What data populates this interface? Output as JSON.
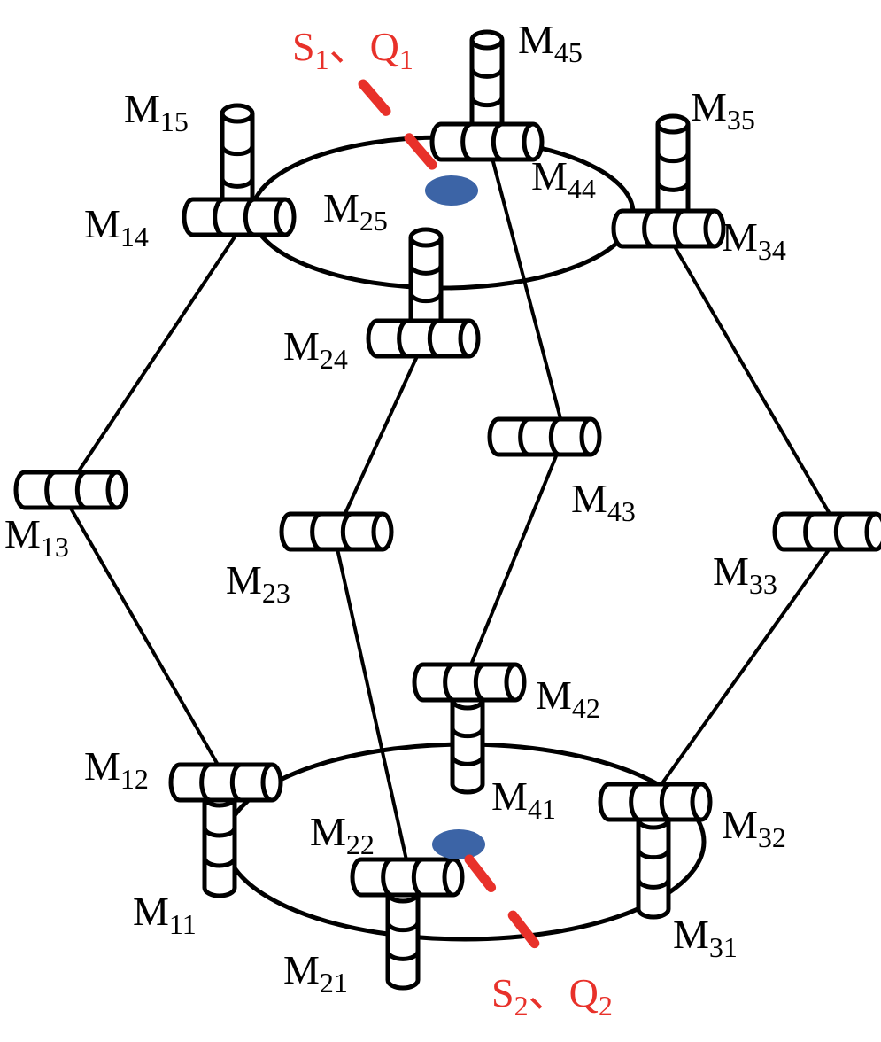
{
  "colors": {
    "line": "#000000",
    "accent_red": "#e8312a",
    "node_blue": "#3c64a6"
  },
  "source_labels": {
    "top": {
      "s": "S",
      "s_sub": "1",
      "sep": "、",
      "q": "Q",
      "q_sub": "1"
    },
    "bottom": {
      "s": "S",
      "s_sub": "2",
      "sep": "、",
      "q": "Q",
      "q_sub": "2"
    }
  },
  "modules": {
    "M11": {
      "base": "M",
      "sub": "11"
    },
    "M12": {
      "base": "M",
      "sub": "12"
    },
    "M13": {
      "base": "M",
      "sub": "13"
    },
    "M14": {
      "base": "M",
      "sub": "14"
    },
    "M15": {
      "base": "M",
      "sub": "15"
    },
    "M21": {
      "base": "M",
      "sub": "21"
    },
    "M22": {
      "base": "M",
      "sub": "22"
    },
    "M23": {
      "base": "M",
      "sub": "23"
    },
    "M24": {
      "base": "M",
      "sub": "24"
    },
    "M25": {
      "base": "M",
      "sub": "25"
    },
    "M31": {
      "base": "M",
      "sub": "31"
    },
    "M32": {
      "base": "M",
      "sub": "32"
    },
    "M33": {
      "base": "M",
      "sub": "33"
    },
    "M34": {
      "base": "M",
      "sub": "34"
    },
    "M35": {
      "base": "M",
      "sub": "35"
    },
    "M41": {
      "base": "M",
      "sub": "41"
    },
    "M42": {
      "base": "M",
      "sub": "42"
    },
    "M43": {
      "base": "M",
      "sub": "43"
    },
    "M44": {
      "base": "M",
      "sub": "44"
    },
    "M45": {
      "base": "M",
      "sub": "45"
    }
  }
}
